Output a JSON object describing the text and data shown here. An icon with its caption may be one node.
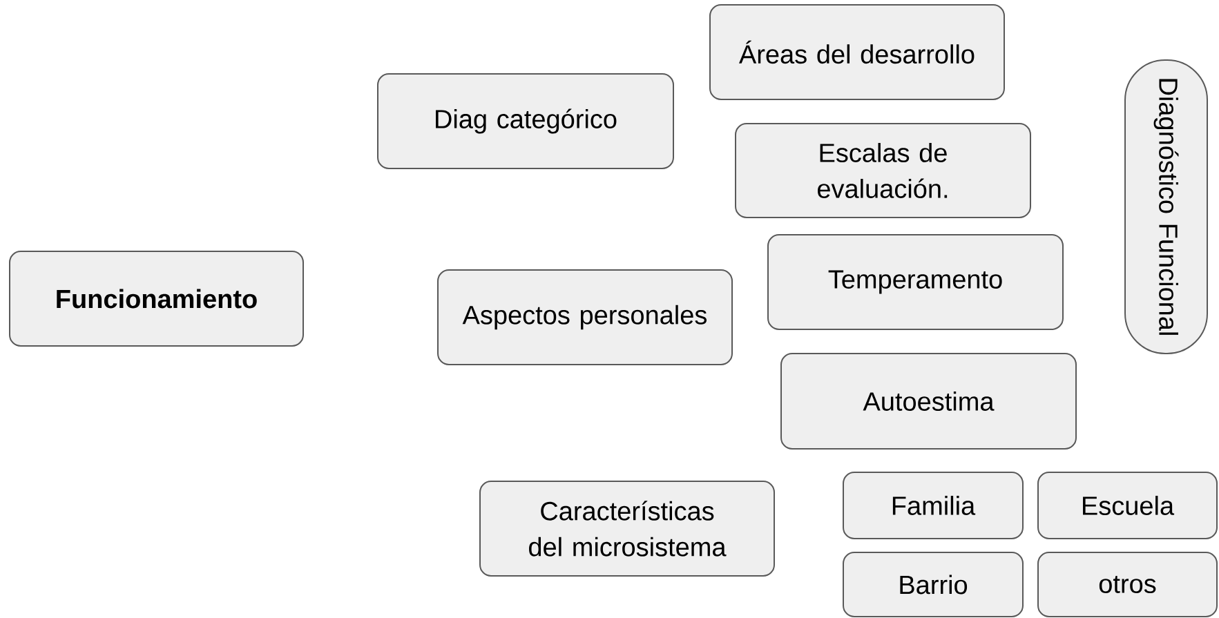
{
  "diagram": {
    "nodes": [
      {
        "text": [
          "Funcionamiento"
        ]
      },
      {
        "text": [
          "Diag categórico"
        ]
      },
      {
        "text": [
          "Áreas del desarrollo"
        ]
      },
      {
        "text": [
          "Escalas de evaluación."
        ]
      },
      {
        "text": [
          "Diagnóstico Funcional"
        ]
      },
      {
        "text": [
          "Temperamento"
        ]
      },
      {
        "text": [
          "Aspectos personales"
        ]
      },
      {
        "text": [
          "Autoestima"
        ]
      },
      {
        "text": [
          "Características del microsistema"
        ]
      },
      {
        "text": [
          "Familia"
        ]
      },
      {
        "text": [
          "Escuela"
        ]
      },
      {
        "text": [
          "Barrio"
        ]
      },
      {
        "text": [
          "otros"
        ]
      }
    ]
  }
}
